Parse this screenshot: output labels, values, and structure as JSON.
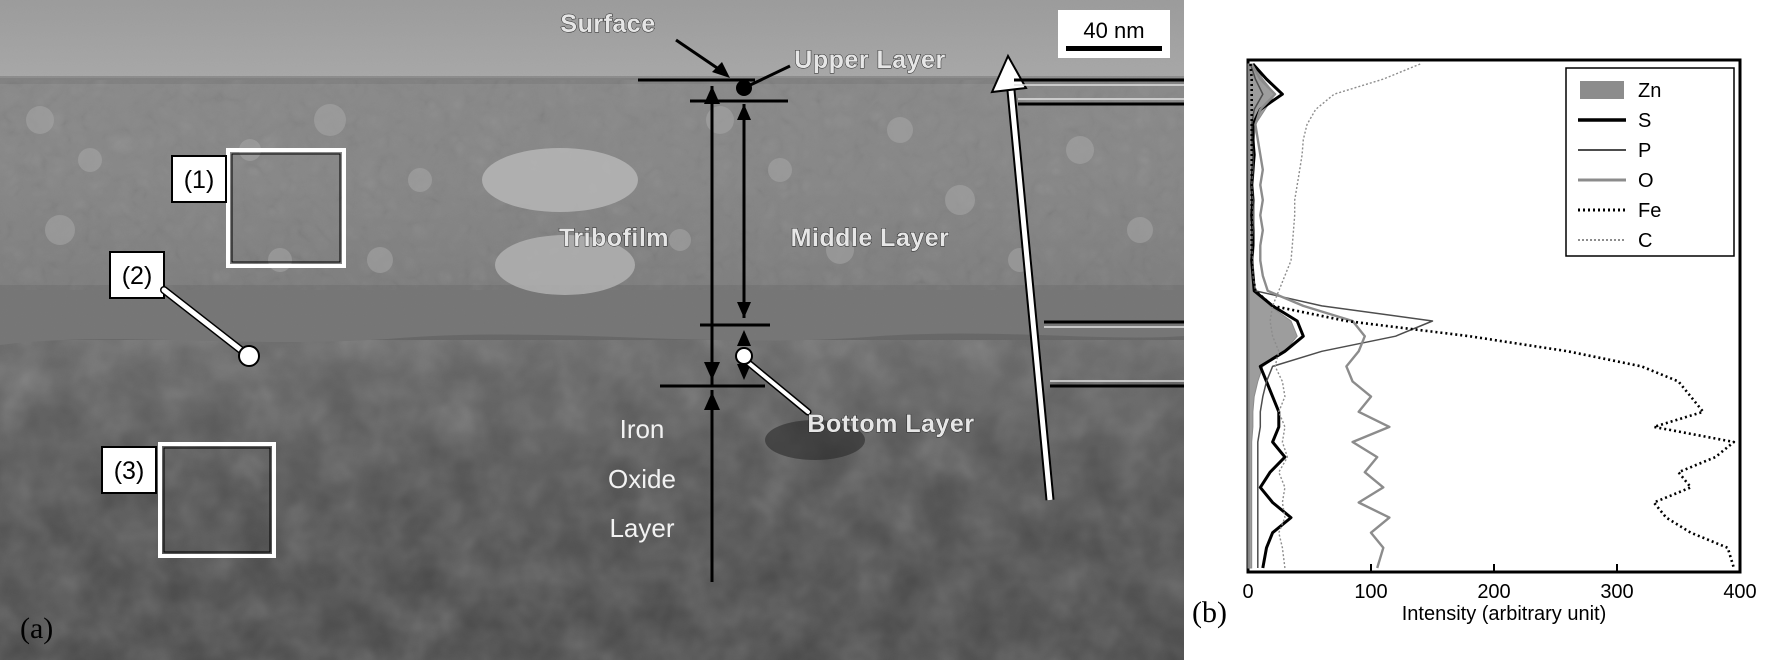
{
  "panel_a": {
    "letter": "(a)",
    "scale_bar": "40 nm",
    "regions": [
      "(1)",
      "(2)",
      "(3)"
    ],
    "annotations": {
      "surface": "Surface",
      "upper_layer": "Upper Layer",
      "tribofilm": "Tribofilm",
      "middle_layer": "Middle Layer",
      "bottom_layer": "Bottom Layer",
      "iron_oxide_line1": "Iron",
      "iron_oxide_line2": "Oxide",
      "iron_oxide_line3": "Layer"
    }
  },
  "panel_b": {
    "letter": "(b)"
  },
  "chart_data": {
    "type": "line",
    "orientation": "horizontal-profile",
    "title": "",
    "xlabel": "Intensity (arbitrary unit)",
    "ylabel": "",
    "xlim": [
      0,
      400
    ],
    "x_ticks": [
      0,
      100,
      200,
      300,
      400
    ],
    "y": [
      0.0,
      0.03,
      0.06,
      0.09,
      0.12,
      0.15,
      0.18,
      0.21,
      0.24,
      0.27,
      0.3,
      0.33,
      0.36,
      0.39,
      0.42,
      0.45,
      0.48,
      0.51,
      0.54,
      0.57,
      0.6,
      0.63,
      0.66,
      0.69,
      0.72,
      0.75,
      0.78,
      0.81,
      0.84,
      0.87,
      0.9,
      0.93,
      0.96,
      1.0
    ],
    "legend_position": "top-right",
    "series": [
      {
        "name": "Zn",
        "style": "filled",
        "color": "#8c8c8c",
        "values": [
          5,
          12,
          22,
          14,
          6,
          5,
          5,
          5,
          4,
          5,
          5,
          5,
          5,
          4,
          5,
          6,
          18,
          35,
          40,
          30,
          12,
          8,
          5,
          4,
          4,
          3,
          3,
          3,
          3,
          3,
          3,
          3,
          3,
          3
        ]
      },
      {
        "name": "S",
        "style": "solid-thick",
        "color": "#000000",
        "values": [
          4,
          15,
          28,
          10,
          4,
          4,
          5,
          4,
          3,
          4,
          3,
          4,
          4,
          3,
          4,
          5,
          20,
          40,
          45,
          30,
          10,
          15,
          20,
          25,
          25,
          20,
          30,
          18,
          10,
          20,
          35,
          20,
          15,
          12
        ]
      },
      {
        "name": "P",
        "style": "solid-thin",
        "color": "#555555",
        "values": [
          2,
          6,
          12,
          5,
          3,
          3,
          4,
          4,
          3,
          4,
          4,
          4,
          3,
          4,
          4,
          6,
          60,
          150,
          120,
          60,
          20,
          15,
          12,
          10,
          10,
          8,
          8,
          8,
          8,
          8,
          8,
          8,
          8,
          8
        ]
      },
      {
        "name": "O",
        "style": "solid",
        "color": "#8c8c8c",
        "values": [
          3,
          10,
          22,
          10,
          6,
          8,
          10,
          12,
          10,
          12,
          10,
          12,
          10,
          10,
          12,
          16,
          45,
          85,
          95,
          90,
          80,
          85,
          100,
          90,
          115,
          85,
          105,
          95,
          110,
          90,
          115,
          100,
          110,
          105
        ]
      },
      {
        "name": "Fe",
        "style": "dotted-thick",
        "color": "#000000",
        "values": [
          2,
          3,
          3,
          3,
          3,
          3,
          3,
          3,
          3,
          3,
          3,
          3,
          3,
          3,
          4,
          6,
          20,
          80,
          180,
          260,
          320,
          350,
          360,
          370,
          330,
          395,
          380,
          350,
          360,
          330,
          340,
          360,
          390,
          395
        ]
      },
      {
        "name": "C",
        "style": "dotted-thin",
        "color": "#8c8c8c",
        "values": [
          140,
          110,
          70,
          55,
          48,
          45,
          44,
          42,
          40,
          38,
          38,
          37,
          36,
          35,
          30,
          25,
          20,
          18,
          20,
          25,
          22,
          28,
          30,
          25,
          30,
          28,
          32,
          25,
          30,
          28,
          30,
          25,
          28,
          30
        ]
      }
    ]
  }
}
